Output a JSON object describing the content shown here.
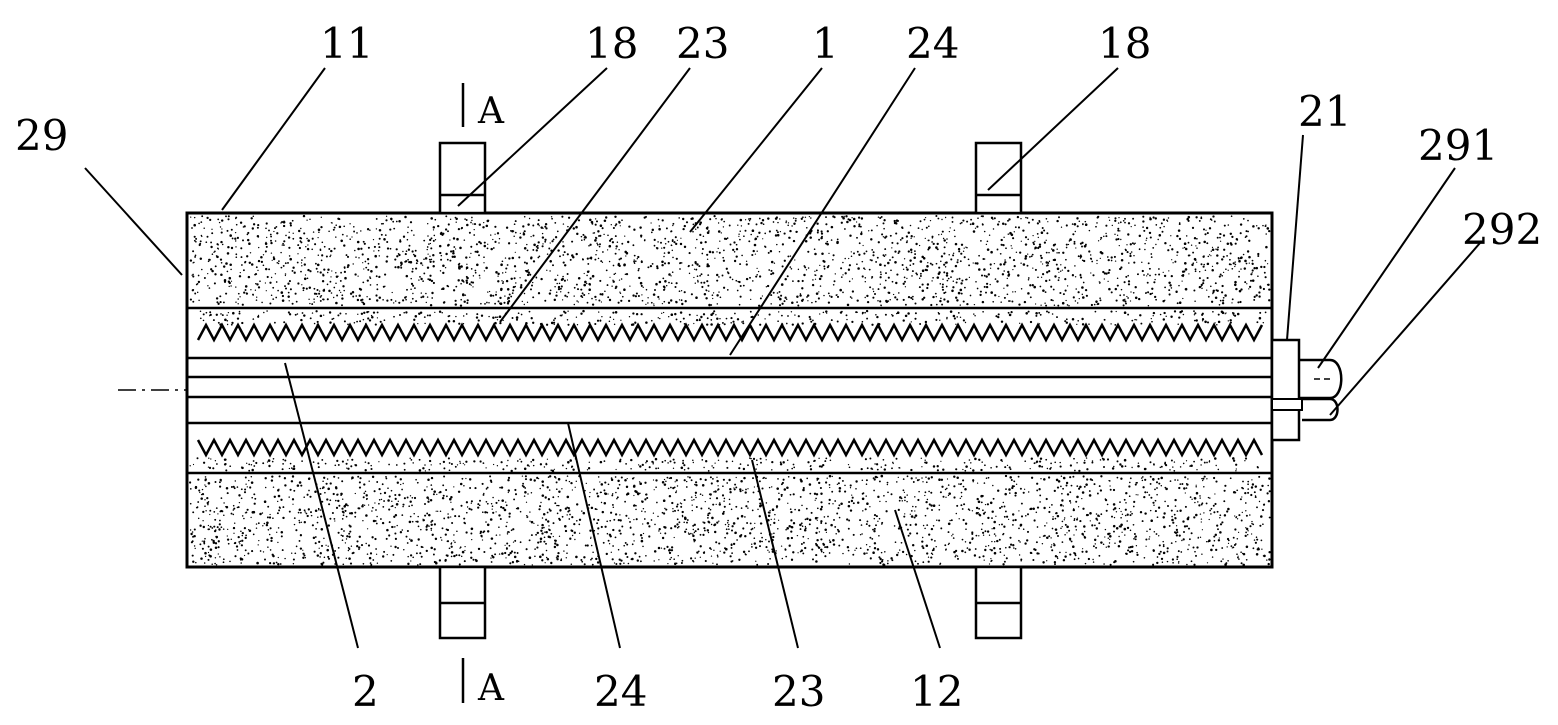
{
  "figure": {
    "labels": {
      "outer_upper": "11",
      "clamp_top_left": "18",
      "clamp_top_right": "18",
      "teeth_upper": "23",
      "fill_upper": "1",
      "strip_upper": "24",
      "end_face": "29",
      "flange": "21",
      "pipe_upper": "291",
      "pipe_lower": "292",
      "shaft": "2",
      "strip_lower": "24",
      "teeth_lower": "23",
      "outer_lower": "12"
    },
    "section": {
      "top": "A",
      "bottom": "A"
    }
  },
  "colors": {
    "line": "#000000",
    "background": "#ffffff"
  }
}
